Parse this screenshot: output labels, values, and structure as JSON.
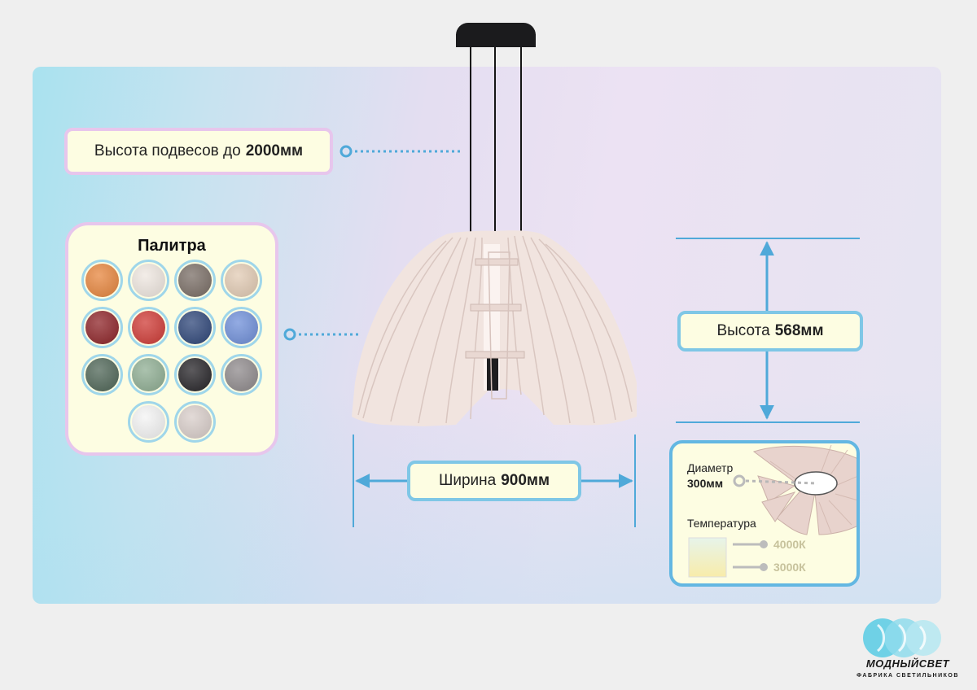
{
  "labels": {
    "suspension_text": "Высота подвесов до",
    "suspension_value": "2000мм",
    "palette_title": "Палитра",
    "height_text": "Высота",
    "height_value": "568мм",
    "width_text": "Ширина",
    "width_value": "900мм",
    "diameter_text": "Диаметр",
    "diameter_value": "300мм",
    "temperature_text": "Температура",
    "temp_cold": "4000К",
    "temp_warm": "3000К"
  },
  "palette_colors": [
    "#e7863e",
    "#efe7e0",
    "#7a6e66",
    "#e2cbb4",
    "#8e2428",
    "#cf3b36",
    "#2e4679",
    "#6f8fd9",
    "#4f6657",
    "#8fae93",
    "#262428",
    "#8f8a8c",
    "#f4f4f4",
    "#d9ceca"
  ],
  "colors": {
    "accent_blue": "#4fa9d9",
    "tag_fill": "#fdfde2",
    "tag_border_pink": "#e7c6ec",
    "tag_border_blue": "#7fc7e6",
    "lamp_felt": "#f3e6e1"
  },
  "logo": {
    "name": "МОДНЫЙСВЕТ",
    "subtitle": "ФАБРИКА СВЕТИЛЬНИКОВ"
  }
}
